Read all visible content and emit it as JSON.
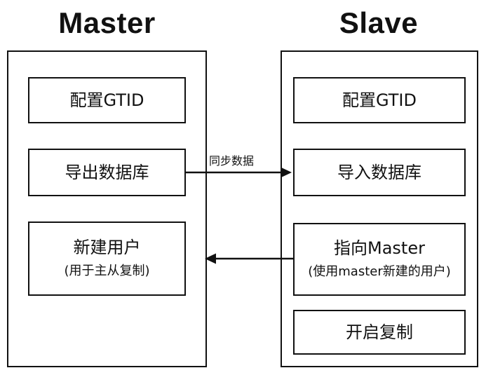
{
  "master": {
    "title": "Master",
    "steps": [
      {
        "label": "配置GTID"
      },
      {
        "label": "导出数据库"
      },
      {
        "label": "新建用户",
        "note": "(用于主从复制)"
      }
    ]
  },
  "slave": {
    "title": "Slave",
    "steps": [
      {
        "label": "配置GTID"
      },
      {
        "label": "导入数据库"
      },
      {
        "label": "指向Master",
        "note": "(使用master新建的用户)"
      },
      {
        "label": "开启复制"
      }
    ]
  },
  "arrows": {
    "sync_label": "同步数据"
  }
}
